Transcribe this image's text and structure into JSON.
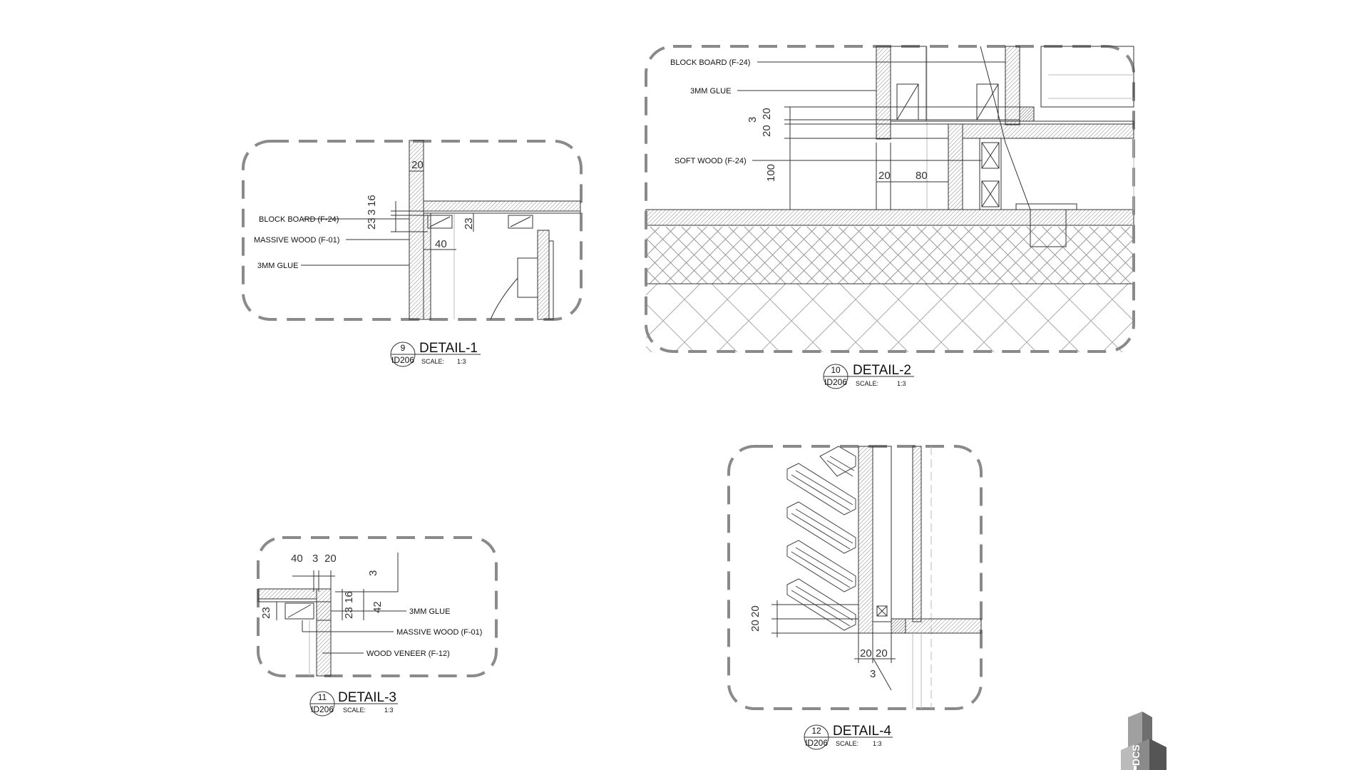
{
  "details": [
    {
      "number": "9",
      "sheet": "ID206",
      "title": "DETAIL-1",
      "scale_label": "SCALE:",
      "scale_value": "1:3",
      "labels": [
        "BLOCK BOARD  (F-24)",
        "MASSIVE WOOD  (F-01)",
        "3MM GLUE"
      ],
      "dims": [
        "20",
        "23",
        "3",
        "16",
        "23",
        "40"
      ]
    },
    {
      "number": "10",
      "sheet": "ID206",
      "title": "DETAIL-2",
      "scale_label": "SCALE:",
      "scale_value": "1:3",
      "labels": [
        "BLOCK BOARD  (F-24)",
        "3MM GLUE",
        "SOFT WOOD  (F-24)"
      ],
      "dims": [
        "3",
        "20",
        "20",
        "100",
        "20",
        "80"
      ]
    },
    {
      "number": "11",
      "sheet": "ID206",
      "title": "DETAIL-3",
      "scale_label": "SCALE:",
      "scale_value": "1:3",
      "labels": [
        "3MM GLUE",
        "MASSIVE WOOD  (F-01)",
        "WOOD VENEER (F-12)"
      ],
      "dims": [
        "40",
        "3",
        "20",
        "3",
        "23",
        "23",
        "16",
        "42"
      ]
    },
    {
      "number": "12",
      "sheet": "ID206",
      "title": "DETAIL-4",
      "scale_label": "SCALE:",
      "scale_value": "1:3",
      "labels": [],
      "dims": [
        "20",
        "20",
        "20",
        "20",
        "3"
      ]
    }
  ],
  "logo": {
    "text": "DCS",
    "color": "#6e6e6e"
  }
}
